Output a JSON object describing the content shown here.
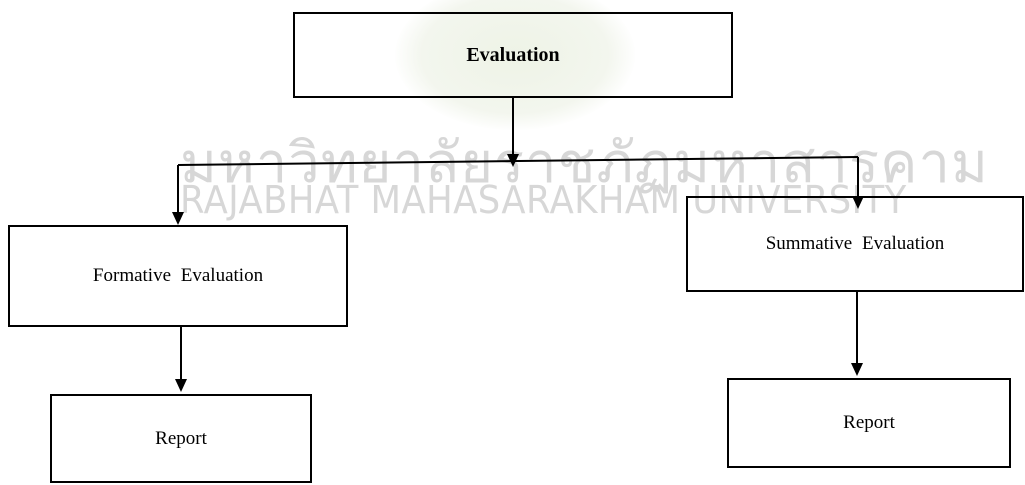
{
  "watermark": {
    "thai": "มหาวิทยาลัยราชภัฏมหาสารคาม",
    "english": "RAJABHAT MAHASARAKHAM UNIVERSITY"
  },
  "nodes": {
    "evaluation": "Evaluation",
    "formative": "Formative  Evaluation",
    "summative": "Summative  Evaluation",
    "report_left": "Report",
    "report_right": "Report"
  },
  "edges": [
    [
      "evaluation",
      "formative"
    ],
    [
      "evaluation",
      "summative"
    ],
    [
      "formative",
      "report_left"
    ],
    [
      "summative",
      "report_right"
    ]
  ]
}
